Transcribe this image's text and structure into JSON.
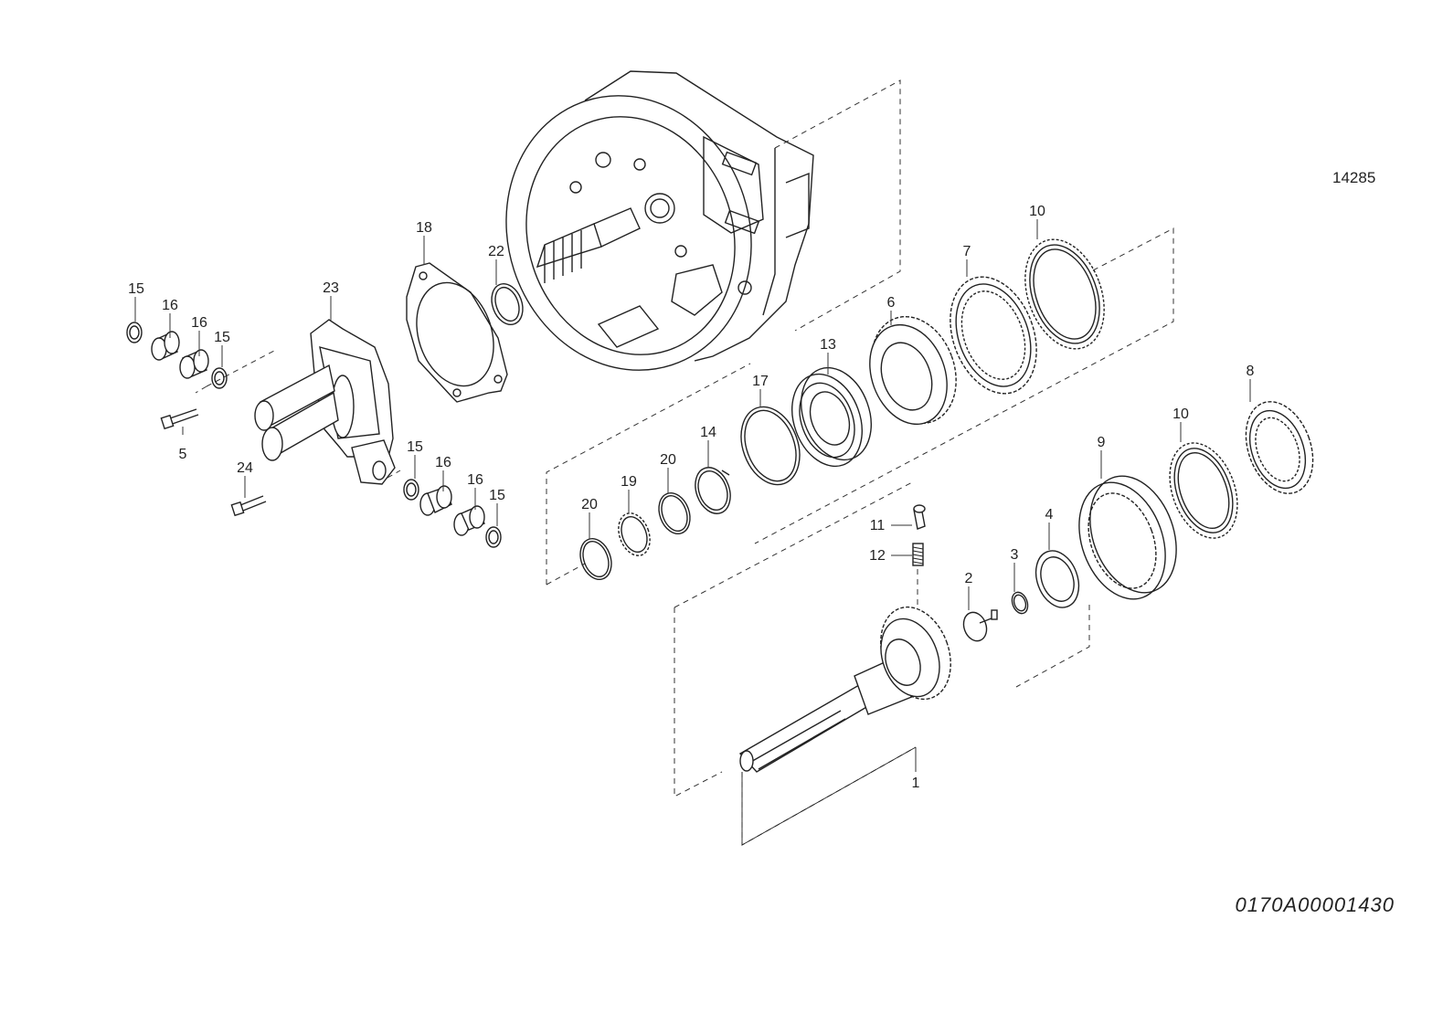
{
  "drawing": {
    "ref_number": "14285",
    "code": "0170A00001430"
  },
  "callouts": [
    {
      "id": "c15a",
      "text": "15"
    },
    {
      "id": "c16a",
      "text": "16"
    },
    {
      "id": "c16b",
      "text": "16"
    },
    {
      "id": "c15b",
      "text": "15"
    },
    {
      "id": "c23",
      "text": "23"
    },
    {
      "id": "c5",
      "text": "5"
    },
    {
      "id": "c24",
      "text": "24"
    },
    {
      "id": "c15c",
      "text": "15"
    },
    {
      "id": "c16c",
      "text": "16"
    },
    {
      "id": "c16d",
      "text": "16"
    },
    {
      "id": "c15d",
      "text": "15"
    },
    {
      "id": "c18",
      "text": "18"
    },
    {
      "id": "c22",
      "text": "22"
    },
    {
      "id": "c20a",
      "text": "20"
    },
    {
      "id": "c19",
      "text": "19"
    },
    {
      "id": "c20b",
      "text": "20"
    },
    {
      "id": "c14",
      "text": "14"
    },
    {
      "id": "c17",
      "text": "17"
    },
    {
      "id": "c13",
      "text": "13"
    },
    {
      "id": "c6",
      "text": "6"
    },
    {
      "id": "c7",
      "text": "7"
    },
    {
      "id": "c10a",
      "text": "10"
    },
    {
      "id": "c11",
      "text": "11"
    },
    {
      "id": "c12",
      "text": "12"
    },
    {
      "id": "c2",
      "text": "2"
    },
    {
      "id": "c3",
      "text": "3"
    },
    {
      "id": "c4",
      "text": "4"
    },
    {
      "id": "c9",
      "text": "9"
    },
    {
      "id": "c10b",
      "text": "10"
    },
    {
      "id": "c8",
      "text": "8"
    },
    {
      "id": "c1",
      "text": "1"
    }
  ]
}
